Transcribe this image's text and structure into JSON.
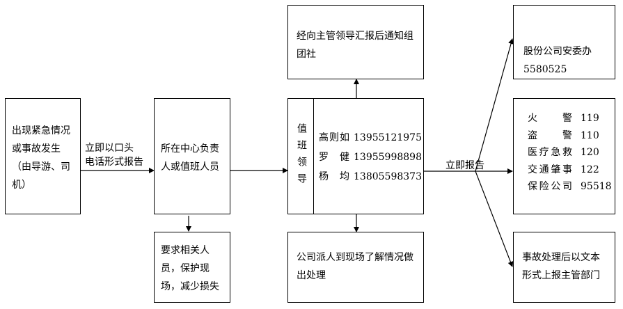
{
  "boxes": {
    "incident": "出现紧急情况或事故发生（由导游、司机）",
    "center_staff": "所在中心负责人或值班人员",
    "protect": "要求相关人员，保护现场，减少损失",
    "report_supervisor": "经向主管领导汇报后通知组团社",
    "duty_leader_title": "值班领导",
    "dispatch": "公司派人到现场了解情况做出处理",
    "safety_office": "股份公司安委办\n5580525",
    "written_report": "事故处理后以文本形式上报主管部门"
  },
  "duty_leaders": [
    {
      "name": "高则如",
      "phone": "13955121975"
    },
    {
      "name": "罗健",
      "phone": "13955998898"
    },
    {
      "name": "杨均",
      "phone": "13805598373"
    }
  ],
  "emergency_numbers": [
    {
      "name": "火警",
      "number": "119"
    },
    {
      "name": "盗警",
      "number": "110"
    },
    {
      "name": "医疗急救",
      "number": "120"
    },
    {
      "name": "交通肇事",
      "number": "122"
    },
    {
      "name": "保险公司",
      "number": "95518"
    }
  ],
  "arrow_labels": {
    "oral_report": "立即以口头\n电话形式报告",
    "immediate_report": "立即报告"
  }
}
